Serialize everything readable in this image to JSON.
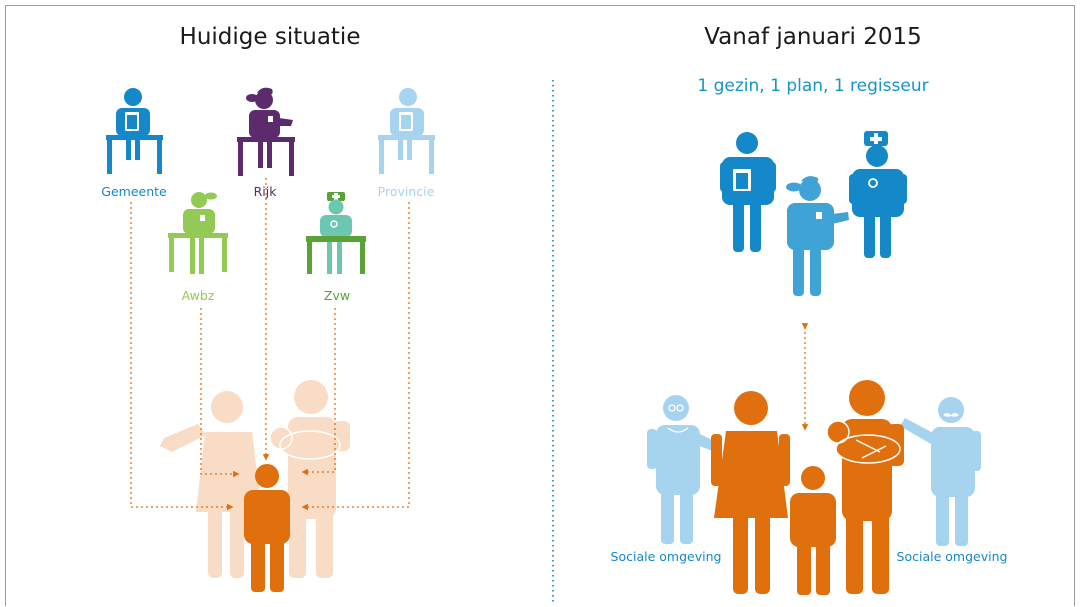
{
  "left_panel": {
    "title": "Huidige situatie",
    "labels": {
      "gemeente": "Gemeente",
      "rijk": "Rijk",
      "provincie": "Provincie",
      "awbz": "Awbz",
      "zvw": "Zvw"
    }
  },
  "right_panel": {
    "title": "Vanaf januari 2015",
    "subtitle": "1 gezin, 1 plan, 1 regisseur",
    "labels": {
      "sociale_links": "Sociale omgeving",
      "sociale_rechts": "Sociale omgeving"
    }
  },
  "colors": {
    "blue": "#1488c8",
    "purple": "#5b2b6e",
    "light_blue": "#a6d3ee",
    "green_light": "#93c955",
    "green": "#5aa137",
    "teal": "#6cc7b0",
    "orange": "#e06f0e",
    "peach": "#f8dcc5",
    "divider": "#1595c9"
  }
}
